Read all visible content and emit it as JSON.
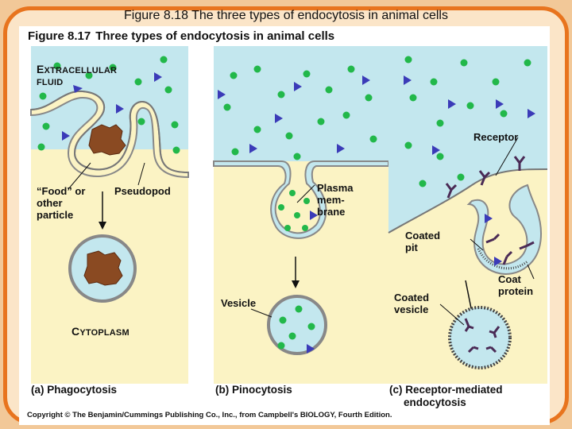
{
  "slide_title": "Figure 8.18  The three types of endocytosis in animal cells",
  "figure": {
    "number": "Figure 8.17",
    "title": "Three types of endocytosis in animal cells",
    "copyright": "Copyright © The Benjamin/Cummings Publishing Co., Inc., from Campbell's BIOLOGY, Fourth Edition."
  },
  "panels": {
    "phagocytosis": {
      "caption": "(a) Phagocytosis",
      "extracellular_1": "XTRACELLULAR",
      "extracellular_2": "FLUID",
      "food_label": "“Food” or\nother\nparticle",
      "pseudopod_label": "Pseudopod",
      "cytoplasm_label": "YTOPLASM"
    },
    "pinocytosis": {
      "caption": "(b) Pinocytosis",
      "membrane_label": "Plasma\nmem-\nbrane",
      "vesicle_label": "Vesicle"
    },
    "receptor_mediated": {
      "caption_line1": "(c) Receptor-mediated",
      "caption_line2": "endocytosis",
      "receptor_label": "Receptor",
      "coated_pit_label": "Coated\npit",
      "coat_protein_label": "Coat\nprotein",
      "coated_vesicle_label": "Coated\nvesicle"
    }
  },
  "colors": {
    "extracellular": "#c3e7ee",
    "cytoplasm": "#fbf3c4",
    "membrane": "#888888",
    "dot_green": "#22b84a",
    "triangle_blue": "#3b3bb8",
    "food_brown": "#8a4a22",
    "frame_orange": "#e8741e",
    "frame_fill": "#fbe5c8"
  }
}
